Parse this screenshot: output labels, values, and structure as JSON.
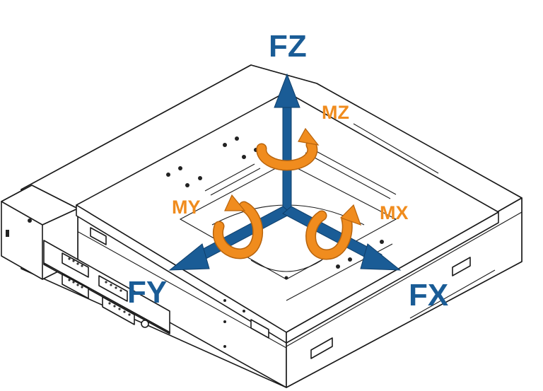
{
  "labels": {
    "fz": "FZ",
    "fx": "FX",
    "fy": "FY",
    "mz": "MZ",
    "mx": "MX",
    "my": "MY"
  },
  "colors": {
    "force": "#1a5c96",
    "moment": "#f08c1e",
    "outline": "#1a1a1a"
  }
}
